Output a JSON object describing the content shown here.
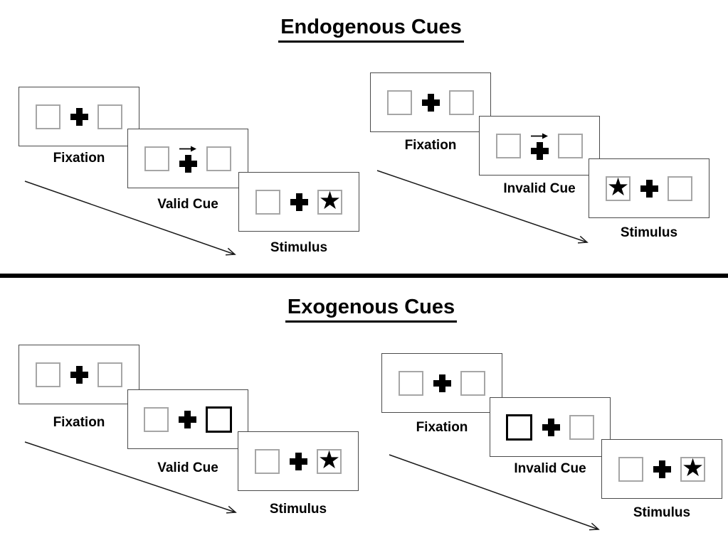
{
  "colors": {
    "background": "#ffffff",
    "ink": "#000000",
    "card_border": "#4a4a4a",
    "box_border": "#a6a6a6",
    "highlight_border": "#000000",
    "arrow": "#1a1a1a"
  },
  "glyphs": {
    "star": "★"
  },
  "sections": [
    {
      "title": "Endogenous Cues",
      "panels": [
        {
          "name": "endogenous-valid-trial",
          "steps": [
            {
              "label": "Fixation",
              "left_box": "empty",
              "center": "fixation-cross",
              "right_box": "empty"
            },
            {
              "label": "Valid Cue",
              "left_box": "empty",
              "center": "fixation-cross-with-right-arrow",
              "right_box": "empty"
            },
            {
              "label": "Stimulus",
              "left_box": "empty",
              "center": "fixation-cross",
              "right_box": "star"
            }
          ]
        },
        {
          "name": "endogenous-invalid-trial",
          "steps": [
            {
              "label": "Fixation",
              "left_box": "empty",
              "center": "fixation-cross",
              "right_box": "empty"
            },
            {
              "label": "Invalid Cue",
              "left_box": "empty",
              "center": "fixation-cross-with-right-arrow",
              "right_box": "empty"
            },
            {
              "label": "Stimulus",
              "left_box": "star",
              "center": "fixation-cross",
              "right_box": "empty"
            }
          ]
        }
      ]
    },
    {
      "title": "Exogenous Cues",
      "panels": [
        {
          "name": "exogenous-valid-trial",
          "steps": [
            {
              "label": "Fixation",
              "left_box": "empty",
              "center": "fixation-cross",
              "right_box": "empty"
            },
            {
              "label": "Valid Cue",
              "left_box": "empty",
              "center": "fixation-cross",
              "right_box": "highlighted-empty"
            },
            {
              "label": "Stimulus",
              "left_box": "empty",
              "center": "fixation-cross",
              "right_box": "star"
            }
          ]
        },
        {
          "name": "exogenous-invalid-trial",
          "steps": [
            {
              "label": "Fixation",
              "left_box": "empty",
              "center": "fixation-cross",
              "right_box": "empty"
            },
            {
              "label": "Invalid Cue",
              "left_box": "highlighted-empty",
              "center": "fixation-cross",
              "right_box": "empty"
            },
            {
              "label": "Stimulus",
              "left_box": "empty",
              "center": "fixation-cross",
              "right_box": "star"
            }
          ]
        }
      ]
    }
  ]
}
